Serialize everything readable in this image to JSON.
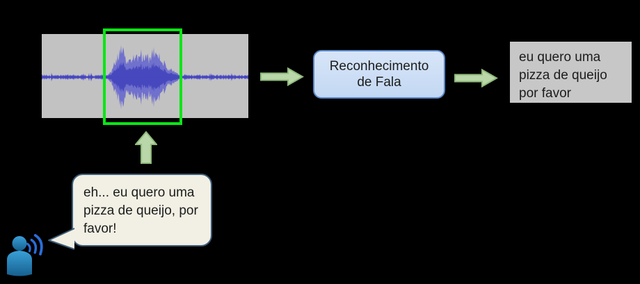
{
  "colors": {
    "background": "#000000",
    "panel-gray": "#c2c2c2",
    "output-gray": "#c7c7c7",
    "highlight-green": "#0ae616",
    "arrow-fill": "#b9d7a8",
    "arrow-stroke": "#8fb97d",
    "recognizer-fill": "#c3d8f3",
    "recognizer-fill-light": "#d7e5f8",
    "recognizer-border": "#5b87c9",
    "bubble-fill": "#f2f0e4",
    "bubble-border": "#3c5b77",
    "waveform-blue": "#6161cf",
    "waveform-core": "#4444bd",
    "text-dark": "#1c1c1c",
    "person-blue-light": "#3aa0d8",
    "person-blue-dark": "#16608f",
    "sound-wave-blue": "#2a6ed8"
  },
  "speaker": {
    "utterance": "eh... eu quero uma pizza de queijo, por favor!",
    "bubble_lines": [
      "eh... eu quero uma",
      "pizza de queijo, por",
      "favor!"
    ]
  },
  "recognizer": {
    "label": "Reconhecimento de Fala",
    "lines": [
      "Reconhecimento",
      "de Fala"
    ]
  },
  "output": {
    "text": "eu quero uma pizza de queijo por favor",
    "lines": [
      "eu quero uma",
      "pizza de queijo",
      "por favor"
    ]
  },
  "icons": {
    "person": "speaking-person-silhouette",
    "sound_waves": "sound-wave-arcs",
    "waveform": "audio-waveform",
    "up_arrow": "block-arrow-up",
    "right_arrow": "block-arrow-right"
  }
}
